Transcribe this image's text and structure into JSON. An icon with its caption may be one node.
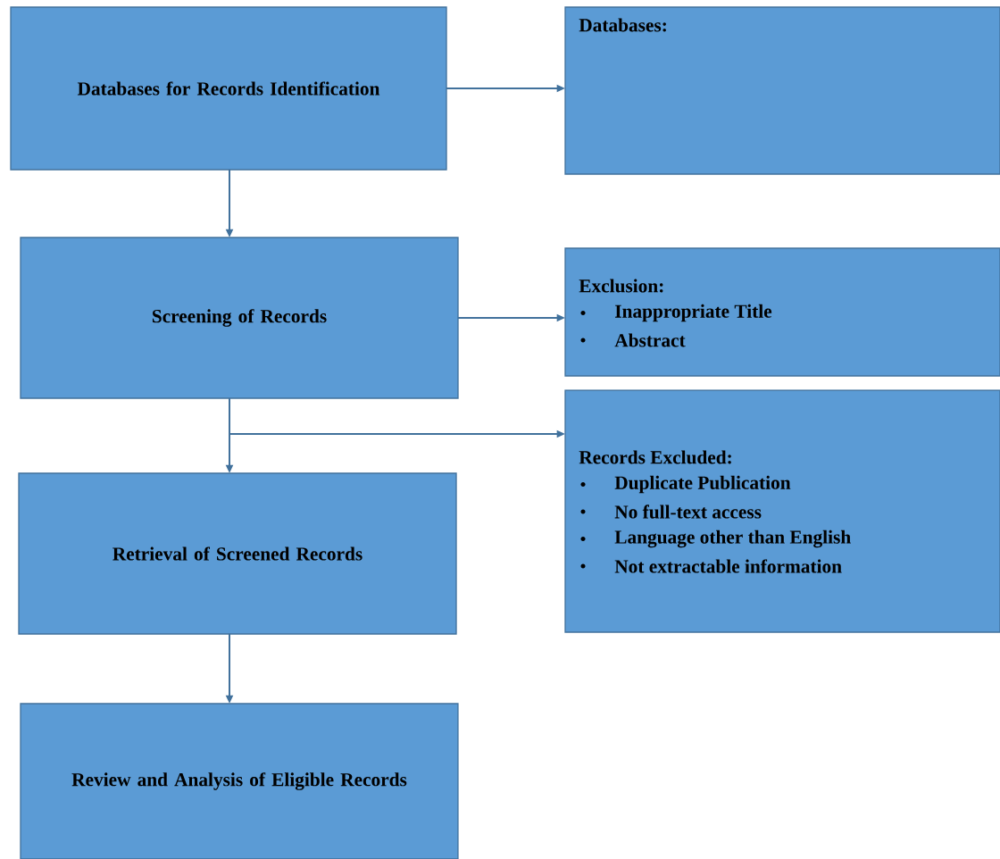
{
  "diagram": {
    "nodes": [
      {
        "text": [
          "Databases for Records Identification"
        ]
      },
      {
        "text": [
          "Databases:"
        ]
      },
      {
        "text": [
          "Screening of Records"
        ]
      },
      {
        "text": [
          "Exclusion:",
          "Inappropriate Title",
          "Abstract"
        ]
      },
      {
        "text": [
          "Retrieval of Screened Records"
        ]
      },
      {
        "text": [
          "Records Excluded:",
          "Duplicate Publication",
          "No full-text access",
          "Language other than English",
          "Not extractable information"
        ]
      },
      {
        "text": [
          "Review and Analysis of Eligible Records"
        ]
      }
    ],
    "edges": [
      {
        "from": 0,
        "to": 1,
        "arrow": "to"
      },
      {
        "from": 0,
        "to": 2,
        "arrow": "to"
      },
      {
        "from": 2,
        "to": 3,
        "arrow": "to"
      },
      {
        "from": 2,
        "to": 4,
        "arrow": "to"
      },
      {
        "from": 2,
        "to": 5,
        "arrow": "to"
      },
      {
        "from": 4,
        "to": 6,
        "arrow": "to"
      }
    ]
  }
}
